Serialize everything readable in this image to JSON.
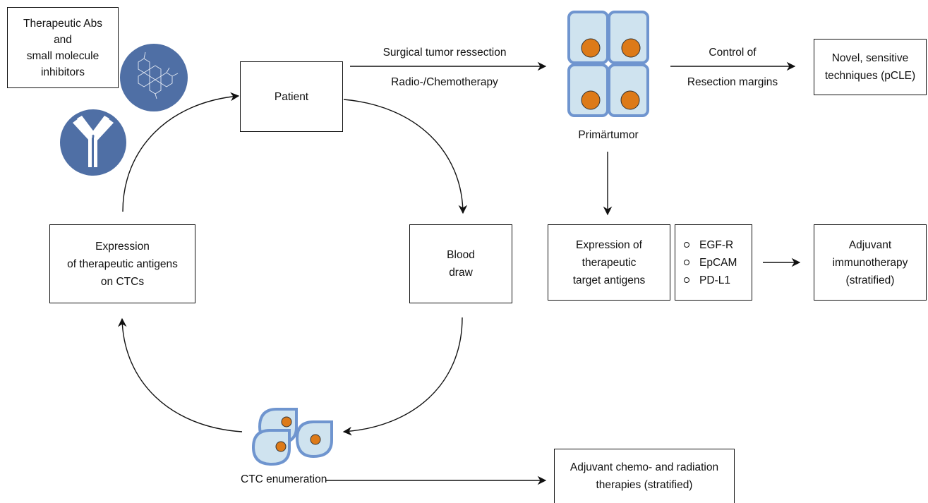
{
  "therapeutics_box": {
    "lines": [
      "Therapeutic Abs",
      "and",
      "small molecule",
      "inhibitors"
    ]
  },
  "patient_box": {
    "label": "Patient"
  },
  "blood_box": {
    "lines": [
      "Blood",
      "draw"
    ]
  },
  "expression_ctc_box": {
    "lines": [
      "Expression",
      "of therapeutic antigens",
      "on CTCs"
    ]
  },
  "resection_arrow": {
    "top": "Surgical tumor ressection",
    "bottom": "Radio-/Chemotherapy"
  },
  "primary_tumor_label": "Primärtumor",
  "margins_arrow": {
    "top": "Control of",
    "bottom": "Resection margins"
  },
  "novel_box": {
    "lines": [
      "Novel, sensitive",
      "techniques (pCLE)"
    ]
  },
  "target_expression_box": {
    "lines": [
      "Expression of",
      "therapeutic",
      "target antigens"
    ]
  },
  "antigen_list": {
    "items": [
      "EGF-R",
      "EpCAM",
      "PD-L1"
    ]
  },
  "immuno_box": {
    "lines": [
      "Adjuvant",
      "immunotherapy",
      "(stratified)"
    ]
  },
  "ctc_label": "CTC enumeration",
  "chemo_box": {
    "lines": [
      "Adjuvant chemo- and radiation",
      "therapies (stratified)"
    ]
  },
  "colors": {
    "icon_blue": "#4f6fa5",
    "cell_fill": "#cfe3ef",
    "cell_border": "#6f95cf",
    "nucleus": "#dd7a18",
    "stroke": "#111111"
  }
}
